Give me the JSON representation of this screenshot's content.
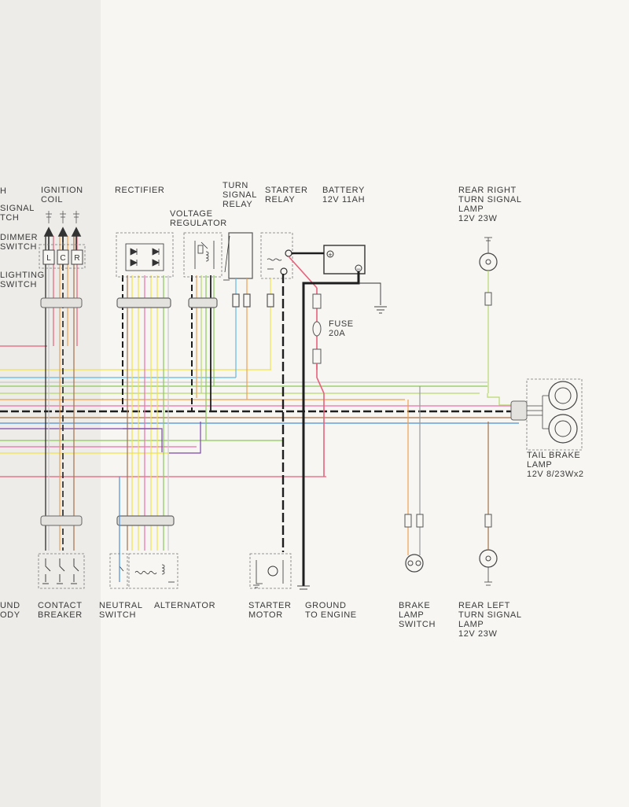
{
  "labels": {
    "edge_h": [
      "H"
    ],
    "edge_signal": [
      "SIGNAL",
      "TCH"
    ],
    "edge_dimmer": [
      "DIMMER",
      "SWITCH"
    ],
    "edge_lighting": [
      "LIGHTING",
      "SWITCH"
    ],
    "edge_ground": [
      "UND",
      "ODY"
    ],
    "ignition_coil": [
      "IGNITION",
      "COIL"
    ],
    "rectifier": [
      "RECTIFIER"
    ],
    "voltage_regulator": [
      "VOLTAGE",
      "REGULATOR"
    ],
    "turn_signal_relay": [
      "TURN",
      "SIGNAL",
      "RELAY"
    ],
    "starter_relay": [
      "STARTER",
      "RELAY"
    ],
    "battery": [
      "BATTERY",
      "12V 11AH"
    ],
    "fuse": [
      "FUSE",
      "20A"
    ],
    "rear_right_turn_signal": [
      "REAR RIGHT",
      "TURN SIGNAL",
      "LAMP",
      "12V 23W"
    ],
    "tail_brake_lamp": [
      "TAIL BRAKE",
      "LAMP",
      "12V  8/23Wx2"
    ],
    "contact_breaker": [
      "CONTACT",
      "BREAKER"
    ],
    "neutral_switch": [
      "NEUTRAL",
      "SWITCH"
    ],
    "alternator": [
      "ALTERNATOR"
    ],
    "starter_motor": [
      "STARTER",
      "MOTOR"
    ],
    "ground_to_engine": [
      "GROUND",
      "TO ENGINE"
    ],
    "brake_lamp_switch": [
      "BRAKE",
      "LAMP",
      "SWITCH"
    ],
    "rear_left_turn_signal": [
      "REAR LEFT",
      "TURN SIGNAL",
      "LAMP",
      "12V 23W"
    ]
  },
  "switch_letters": [
    "L",
    "C",
    "R"
  ],
  "battery_terminals": [
    "+",
    "−"
  ],
  "wire_colors": {
    "black": "#1e1e1e",
    "red": "#e8607a",
    "yellow": "#f2e24a",
    "green": "#8cc85a",
    "blue": "#4a8fd8",
    "light_blue": "#5fb8e6",
    "white": "#c9c9c9",
    "orange": "#f0a050",
    "brown": "#a2724a",
    "purple": "#7a48a8",
    "pink": "#ec70a8",
    "light_green": "#b8d870",
    "gray": "#9a9a9a"
  }
}
